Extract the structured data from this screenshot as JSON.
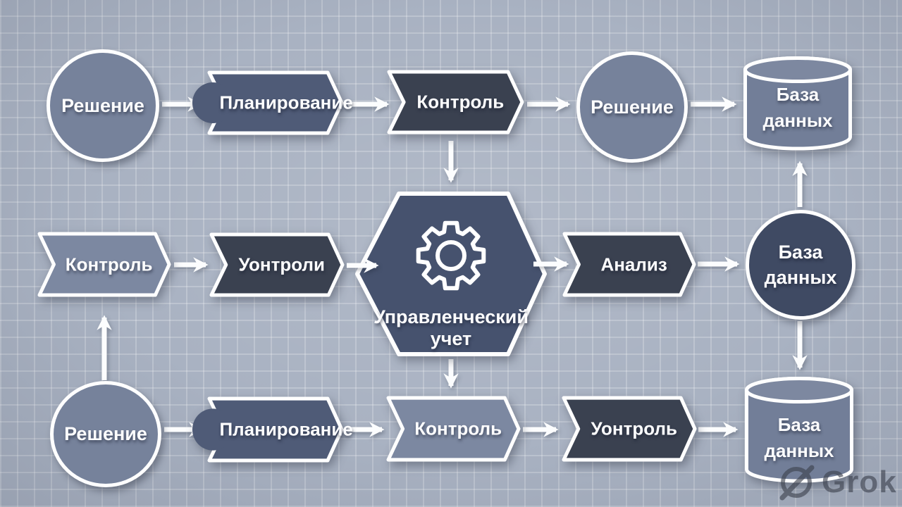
{
  "palette": {
    "background": "#a9b2c2",
    "grid_line": "#c3cad6",
    "shape_light": "#7c88a1",
    "shape_medium": "#4f5b77",
    "shape_dark": "#3a4150",
    "hexagon": "#46526e",
    "circle_light": "#76829b",
    "circle_dark": "#3f4a63",
    "cylinder_body": "#727e98",
    "cylinder_lid": "#7d88a0",
    "outline": "#ffffff",
    "watermark_gray": "#3c414d"
  },
  "icons": {
    "center_icon": "gear-icon",
    "watermark_icon": "grok-logo-icon",
    "connector_icon": "arrow-icon"
  },
  "nodes": {
    "r1c1": {
      "shape": "circle",
      "label": "Решение"
    },
    "r1c2": {
      "shape": "chevron",
      "label": "Планирование"
    },
    "r1c3": {
      "shape": "chevron",
      "label": "Контроль"
    },
    "r1c4": {
      "shape": "circle",
      "label": "Решение"
    },
    "r1c5": {
      "shape": "cylinder",
      "line1": "База",
      "line2": "данных"
    },
    "r2c1": {
      "shape": "chevron",
      "label": "Контроль"
    },
    "r2c2": {
      "shape": "chevron",
      "label": "Уонтроли"
    },
    "center": {
      "shape": "hexagon",
      "line1": "Управленческий",
      "line2": "учет"
    },
    "r2c3": {
      "shape": "chevron",
      "label": "Анализ"
    },
    "r2c4": {
      "shape": "circle",
      "line1": "База",
      "line2": "данных"
    },
    "r3c1": {
      "shape": "circle",
      "label": "Решение"
    },
    "r3c2": {
      "shape": "chevron",
      "label": "Планирование"
    },
    "r3c3": {
      "shape": "chevron",
      "label": "Контроль"
    },
    "r3c4": {
      "shape": "chevron",
      "label": "Уонтроль"
    },
    "r3c5": {
      "shape": "cylinder",
      "line1": "База",
      "line2": "данных"
    }
  },
  "watermark": {
    "text": "Grok"
  }
}
